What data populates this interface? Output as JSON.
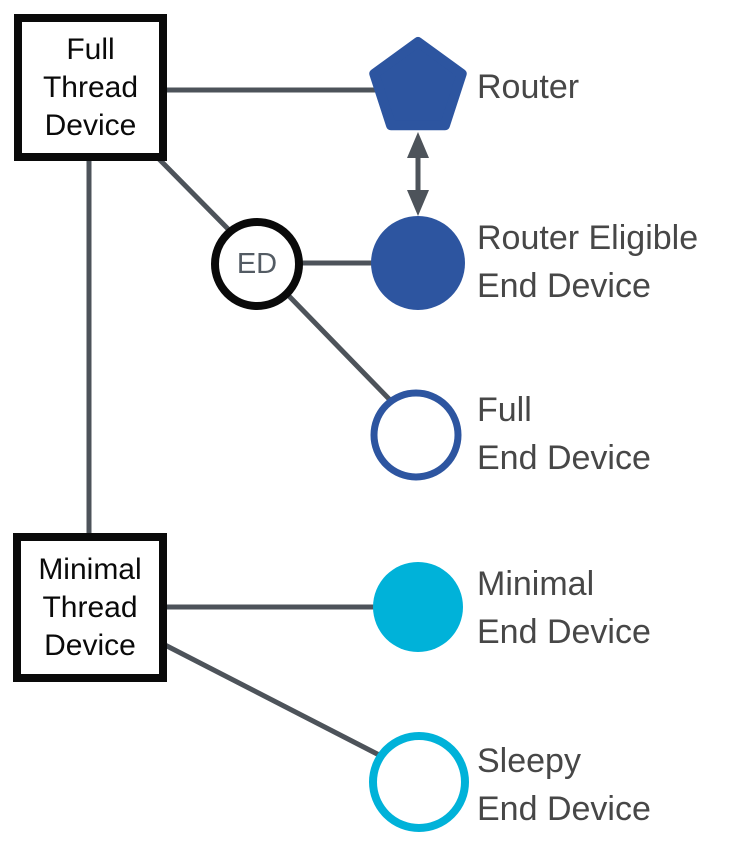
{
  "diagram": {
    "boxes": {
      "full_thread_device": {
        "label": "Full\nThread\nDevice"
      },
      "minimal_thread_device": {
        "label": "Minimal\nThread\nDevice"
      }
    },
    "nodes": {
      "router": {
        "label": "Router",
        "shape": "pentagon",
        "style": "filled",
        "color": "#2D55A0"
      },
      "router_eligible_end_device": {
        "label": "Router Eligible\nEnd Device",
        "shape": "circle",
        "style": "filled",
        "color": "#2D55A0"
      },
      "full_end_device": {
        "label": "Full\nEnd Device",
        "shape": "circle",
        "style": "outline",
        "color": "#2D55A0"
      },
      "minimal_end_device": {
        "label": "Minimal\nEnd Device",
        "shape": "circle",
        "style": "filled",
        "color": "#00B2D9"
      },
      "sleepy_end_device": {
        "label": "Sleepy\nEnd Device",
        "shape": "circle",
        "style": "outline",
        "color": "#00B2D9"
      },
      "ed": {
        "label": "ED",
        "shape": "circle",
        "style": "outline",
        "color": "#0A0A0A"
      }
    },
    "connections": [
      {
        "from": "full_thread_device",
        "to": "router",
        "type": "line"
      },
      {
        "from": "full_thread_device",
        "to": "ed",
        "type": "line"
      },
      {
        "from": "full_thread_device",
        "to": "minimal_thread_device",
        "type": "line"
      },
      {
        "from": "ed",
        "to": "router_eligible_end_device",
        "type": "line"
      },
      {
        "from": "ed",
        "to": "full_end_device",
        "type": "line"
      },
      {
        "from": "router",
        "to": "router_eligible_end_device",
        "type": "double-arrow"
      },
      {
        "from": "minimal_thread_device",
        "to": "minimal_end_device",
        "type": "line"
      },
      {
        "from": "minimal_thread_device",
        "to": "sleepy_end_device",
        "type": "line"
      }
    ],
    "colors": {
      "dark_blue": "#2D55A0",
      "cyan": "#00B2D9",
      "line": "#4D535A",
      "label_text": "#474747",
      "ed_text": "#535B63",
      "box_border": "#0A0A0A",
      "background": "#FFFFFF"
    }
  }
}
